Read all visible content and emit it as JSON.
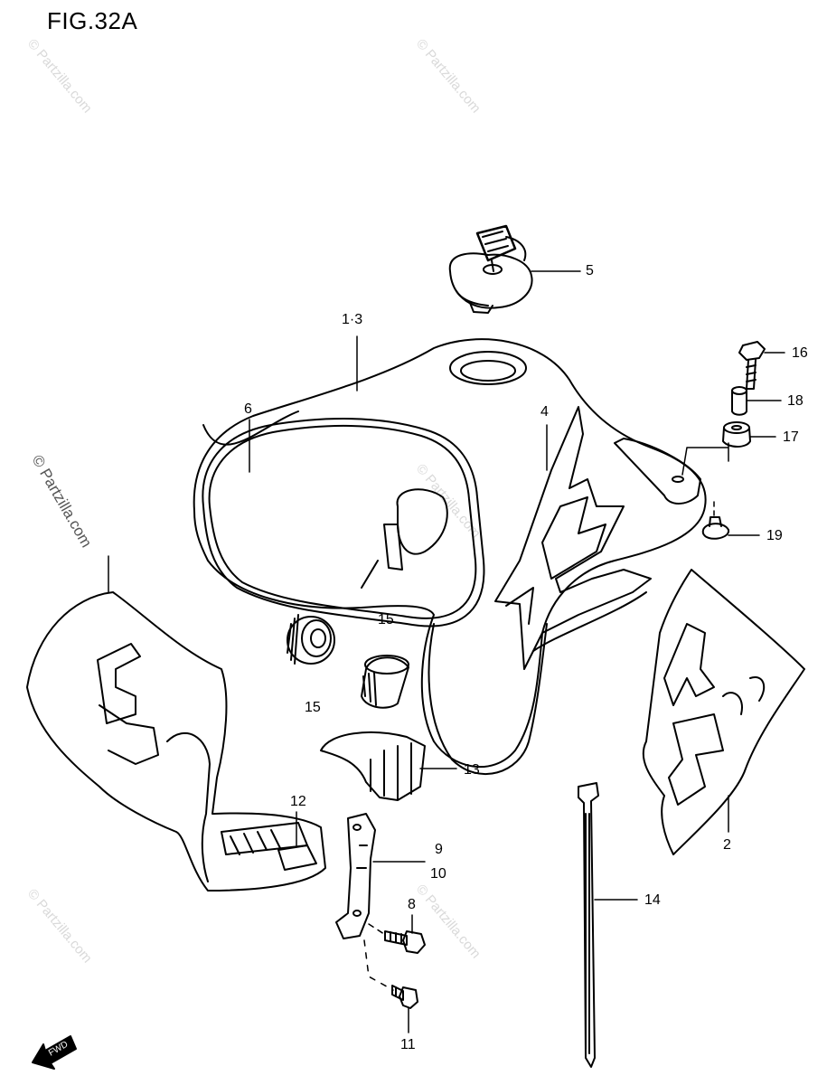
{
  "figure": {
    "title": "FIG.32A"
  },
  "watermark": {
    "text": "© Partzilla.com"
  },
  "fwd": {
    "label": "FWD"
  },
  "callouts": [
    {
      "id": "c5",
      "text": "5"
    },
    {
      "id": "c1_3",
      "text": "1·3"
    },
    {
      "id": "c16",
      "text": "16"
    },
    {
      "id": "c18",
      "text": "18"
    },
    {
      "id": "c17",
      "text": "17"
    },
    {
      "id": "c6",
      "text": "6"
    },
    {
      "id": "c4",
      "text": "4"
    },
    {
      "id": "c19",
      "text": "19"
    },
    {
      "id": "c15a",
      "text": "15"
    },
    {
      "id": "c15b",
      "text": "15"
    },
    {
      "id": "c13",
      "text": "13"
    },
    {
      "id": "c12",
      "text": "12"
    },
    {
      "id": "c9",
      "text": "9"
    },
    {
      "id": "c10",
      "text": "10"
    },
    {
      "id": "c2",
      "text": "2"
    },
    {
      "id": "c14",
      "text": "14"
    },
    {
      "id": "c8",
      "text": "8"
    },
    {
      "id": "c11",
      "text": "11"
    }
  ]
}
